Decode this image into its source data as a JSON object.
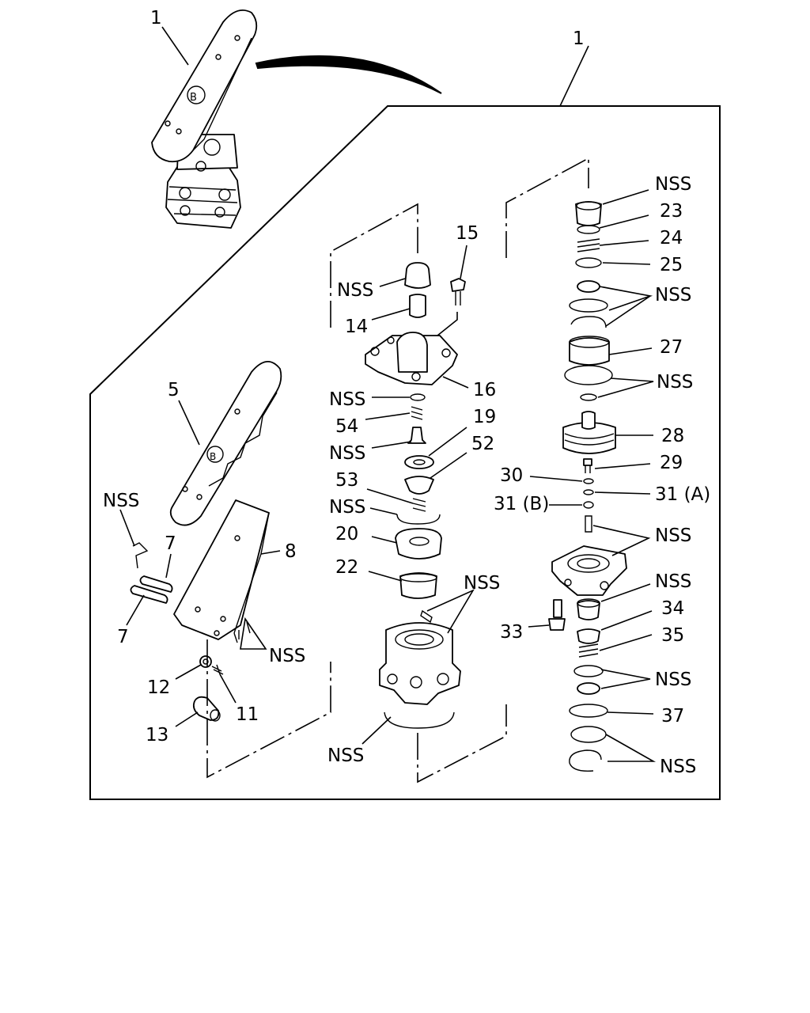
{
  "labels": {
    "top_pedal": "1",
    "frame": "1",
    "pedal_pad": "5",
    "pin_upper": "7",
    "pin_lower": "7",
    "pedal_arm": "8",
    "nss_pin": "NSS",
    "nss_clips": "NSS",
    "nut": "12",
    "bolt_small": "11",
    "roller": "13",
    "nss_cap": "NSS",
    "plunger": "14",
    "screw": "15",
    "cover": "16",
    "nss_oring": "NSS",
    "spring_54": "54",
    "nss_valve": "NSS",
    "seat_19": "19",
    "retainer_52": "52",
    "spring_53": "53",
    "nss_ring": "NSS",
    "piston_20": "20",
    "ring_22": "22",
    "nss_body": "NSS",
    "nss_gasket": "NSS",
    "nss_top_r": "NSS",
    "spring_23": "23",
    "spring_24": "24",
    "ring_25": "25",
    "nss_rings_r": "NSS",
    "ring_27": "27",
    "nss_orings_r": "NSS",
    "piston_28": "28",
    "bolt_29": "29",
    "washer_30": "30",
    "washer_31a": "31 (A)",
    "washer_31b": "31 (B)",
    "nss_housing": "NSS",
    "nss_valve_r": "NSS",
    "bolt_33": "33",
    "seat_34": "34",
    "spring_35": "35",
    "nss_washers": "NSS",
    "ring_37": "37",
    "nss_snap": "NSS"
  },
  "icons": [
    "brake-pedal-assembly-icon",
    "brake-valve-exploded-icon"
  ]
}
